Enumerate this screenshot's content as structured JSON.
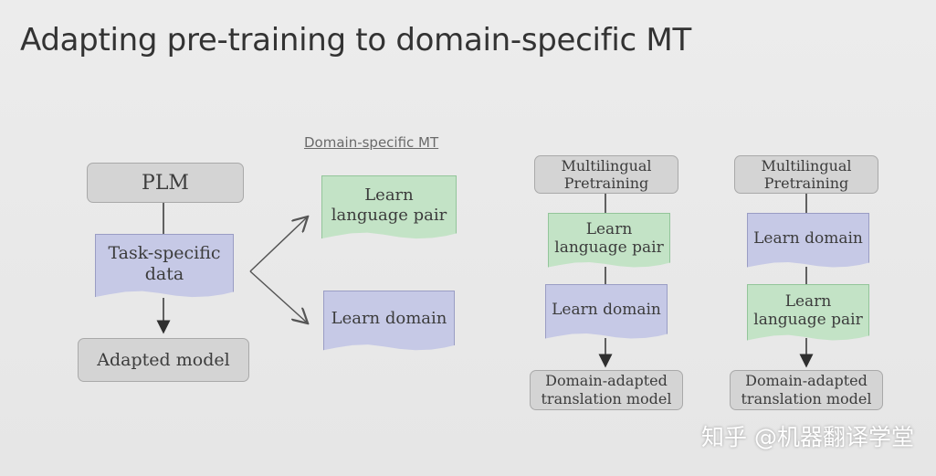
{
  "title": "Adapting pre-training to domain-specific MT",
  "left_flow": {
    "plm": "PLM",
    "task_data": "Task-specific\ndata",
    "adapted": "Adapted model"
  },
  "middle": {
    "heading": "Domain-specific MT",
    "learn_pair": "Learn\nlanguage pair",
    "learn_domain": "Learn domain"
  },
  "flow_a": {
    "pretraining": "Multilingual\nPretraining",
    "step1": "Learn\nlanguage pair",
    "step2": "Learn domain",
    "output": "Domain-adapted\ntranslation model"
  },
  "flow_b": {
    "pretraining": "Multilingual\nPretraining",
    "step1": "Learn domain",
    "step2": "Learn\nlanguage pair",
    "output": "Domain-adapted\ntranslation model"
  },
  "watermark": "知乎 @机器翻译学堂",
  "colors": {
    "gray_box": "#d4d4d4",
    "blue_doc": "#c6c9e6",
    "green_doc": "#c3e3c6",
    "line": "#333333"
  }
}
